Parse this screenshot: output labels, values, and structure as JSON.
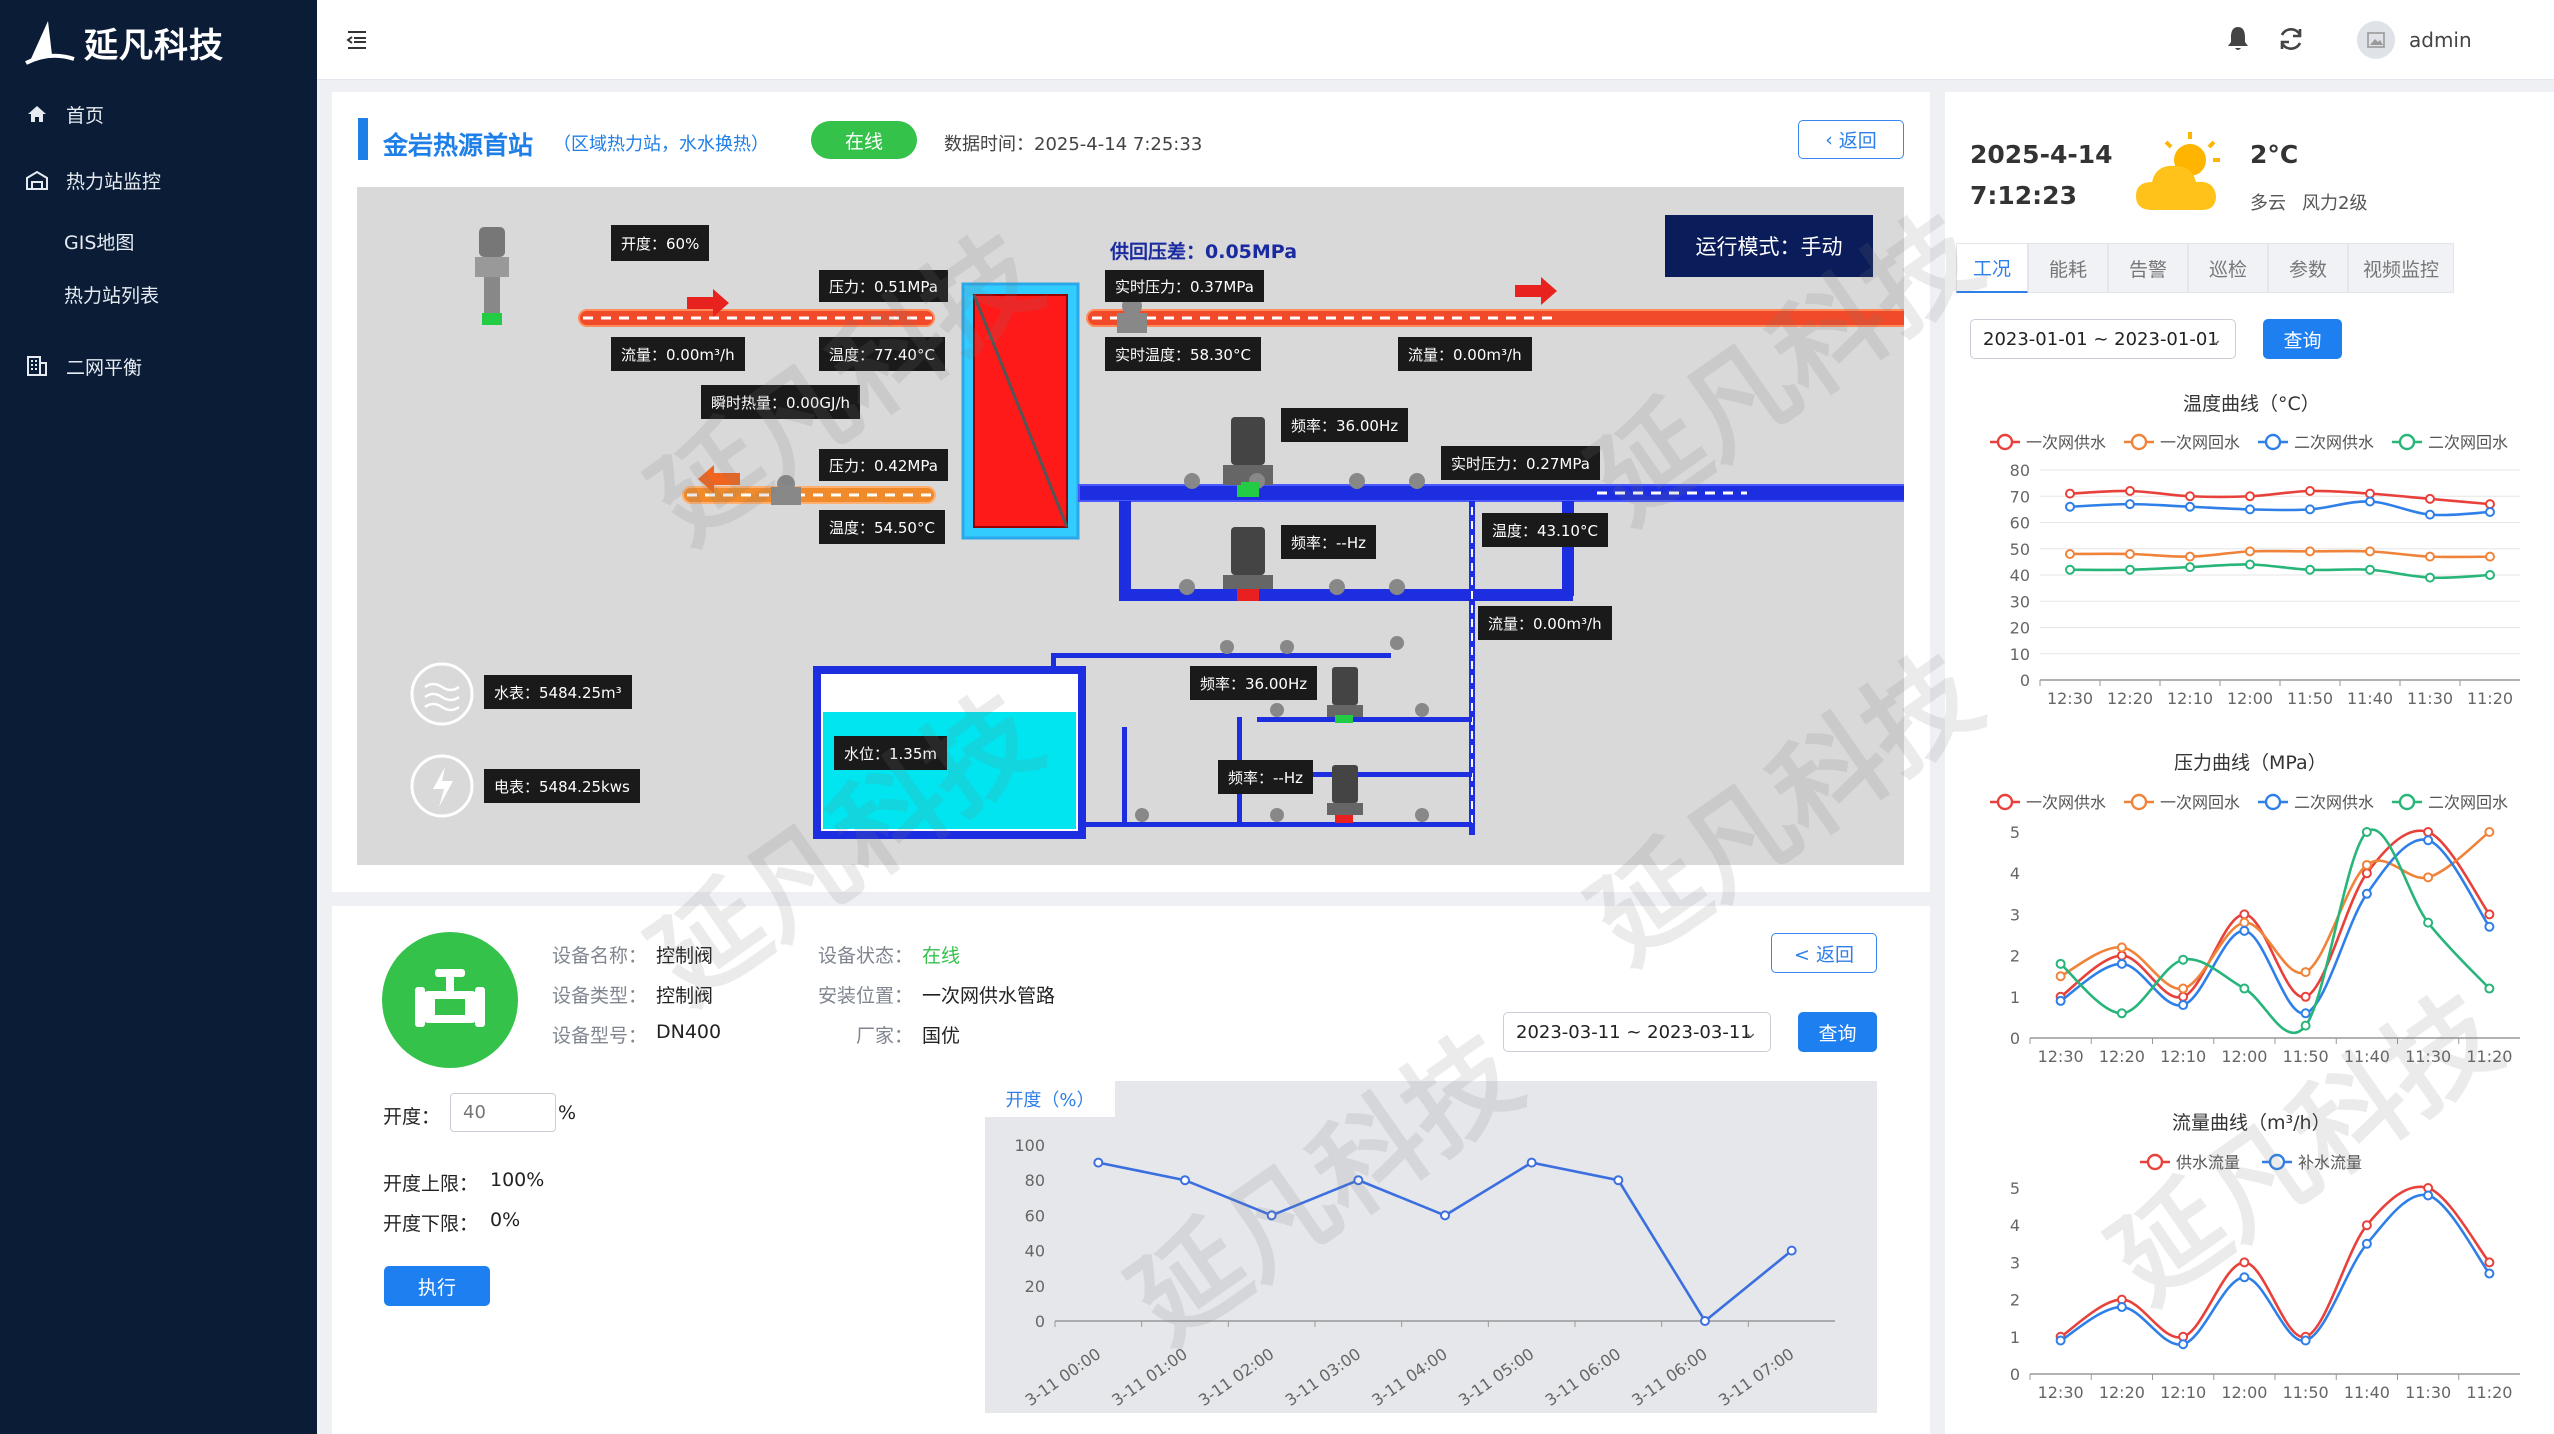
{
  "app": {
    "logo_text": "延凡科技",
    "user": "admin"
  },
  "sidebar": {
    "home": "首页",
    "monitor": "热力站监控",
    "gis": "GIS地图",
    "station_list": "热力站列表",
    "balance": "二网平衡"
  },
  "header": {
    "title": "金岩热源首站",
    "subtitle": "（区域热力站，水水换热）",
    "status": "在线",
    "data_time": "数据时间：2025-4-14 7:25:33",
    "back": "返回"
  },
  "diagram": {
    "mode": "运行模式：手动",
    "supply_return_diff": "供回压差：0.05MPa",
    "tags": {
      "opening": "开度：60%",
      "pressure1": "压力：0.51MPa",
      "flow1": "流量：0.00m³/h",
      "temp1": "温度：77.40°C",
      "heat": "瞬时热量：0.00GJ/h",
      "rt_pressure1": "实时压力：0.37MPa",
      "rt_temp1": "实时温度：58.30°C",
      "flow2": "流量：0.00m³/h",
      "pressure2": "压力：0.42MPa",
      "temp2": "温度：54.50°C",
      "freq1": "频率：36.00Hz",
      "rt_pressure2": "实时压力：0.27MPa",
      "freq2": "频率：--Hz",
      "temp3": "温度：43.10°C",
      "flow3": "流量：0.00m³/h",
      "water_meter": "水表：5484.25m³",
      "level": "水位：1.35m",
      "freq3": "频率：36.00Hz",
      "power_meter": "电表：5484.25kws",
      "freq4": "频率：--Hz"
    }
  },
  "device": {
    "name_label": "设备名称：",
    "name": "控制阀",
    "type_label": "设备类型：",
    "type": "控制阀",
    "model_label": "设备型号：",
    "model": "DN400",
    "status_label": "设备状态：",
    "status": "在线",
    "location_label": "安装位置：",
    "location": "一次网供水管路",
    "vendor_label": "厂家：",
    "vendor": "国优",
    "opening_label": "开度：",
    "opening_placeholder": "40",
    "opening_unit": "%",
    "upper_label": "开度上限：",
    "upper": "100%",
    "lower_label": "开度下限：",
    "lower": "0%",
    "execute": "执行",
    "back": "< 返回",
    "date_range": "2023-03-11 ~ 2023-03-11",
    "query": "查询"
  },
  "right": {
    "date": "2025-4-14",
    "time": "7:12:23",
    "temp": "2°C",
    "weather": "多云",
    "wind": "风力2级",
    "tabs": [
      "工况",
      "能耗",
      "告警",
      "巡检",
      "参数",
      "视频监控"
    ],
    "date_range": "2023-01-01 ~ 2023-01-01",
    "query": "查询"
  },
  "chart_data": [
    {
      "type": "line",
      "title": "开度（%）",
      "x": [
        "3-11 00:00",
        "3-11 01:00",
        "3-11 02:00",
        "3-11 03:00",
        "3-11 04:00",
        "3-11 05:00",
        "3-11 06:00",
        "3-11 06:00",
        "3-11 07:00"
      ],
      "series": [
        {
          "values": [
            90,
            80,
            60,
            80,
            60,
            90,
            80,
            0,
            40
          ]
        }
      ],
      "ylim": [
        0,
        100
      ],
      "yticks": [
        0,
        20,
        40,
        60,
        80,
        100
      ]
    },
    {
      "type": "line",
      "title": "温度曲线（°C）",
      "x": [
        "12:30",
        "12:20",
        "12:10",
        "12:00",
        "11:50",
        "11:40",
        "11:30",
        "11:20"
      ],
      "ylim": [
        0,
        80
      ],
      "yticks": [
        0,
        10,
        20,
        30,
        40,
        50,
        60,
        70,
        80
      ],
      "series": [
        {
          "name": "一次网供水",
          "color": "#e8403a",
          "values": [
            71,
            72,
            70,
            70,
            72,
            71,
            69,
            67
          ]
        },
        {
          "name": "一次网回水",
          "color": "#f0833a",
          "values": [
            48,
            48,
            47,
            49,
            49,
            49,
            47,
            47
          ]
        },
        {
          "name": "二次网供水",
          "color": "#2f7fe8",
          "values": [
            66,
            67,
            66,
            65,
            65,
            68,
            63,
            64
          ]
        },
        {
          "name": "二次网回水",
          "color": "#27b57a",
          "values": [
            42,
            42,
            43,
            44,
            42,
            42,
            39,
            40
          ]
        }
      ]
    },
    {
      "type": "line",
      "title": "压力曲线（MPa）",
      "x": [
        "12:30",
        "12:20",
        "12:10",
        "12:00",
        "11:50",
        "11:40",
        "11:30",
        "11:20"
      ],
      "ylim": [
        0,
        5
      ],
      "yticks": [
        0,
        1,
        2,
        3,
        4,
        5
      ],
      "series": [
        {
          "name": "一次网供水",
          "color": "#e8403a",
          "values": [
            1.0,
            2.0,
            1.0,
            3.0,
            1.0,
            4.0,
            5.0,
            3.0
          ]
        },
        {
          "name": "一次网回水",
          "color": "#f0833a",
          "values": [
            1.5,
            2.2,
            1.2,
            2.8,
            1.6,
            4.2,
            3.9,
            5.0
          ]
        },
        {
          "name": "二次网供水",
          "color": "#2f7fe8",
          "values": [
            0.9,
            1.8,
            0.8,
            2.6,
            0.6,
            3.5,
            4.8,
            2.7
          ]
        },
        {
          "name": "二次网回水",
          "color": "#27b57a",
          "values": [
            1.8,
            0.6,
            1.9,
            1.2,
            0.3,
            5.0,
            2.8,
            1.2
          ]
        }
      ]
    },
    {
      "type": "line",
      "title": "流量曲线（m³/h）",
      "x": [
        "12:30",
        "12:20",
        "12:10",
        "12:00",
        "11:50",
        "11:40",
        "11:30",
        "11:20"
      ],
      "ylim": [
        0,
        5
      ],
      "yticks": [
        0,
        1,
        2,
        3,
        4,
        5
      ],
      "series": [
        {
          "name": "供水流量",
          "color": "#e8403a",
          "values": [
            1.0,
            2.0,
            1.0,
            3.0,
            1.0,
            4.0,
            5.0,
            3.0
          ]
        },
        {
          "name": "补水流量",
          "color": "#2f7fe8",
          "values": [
            0.9,
            1.8,
            0.8,
            2.6,
            0.9,
            3.5,
            4.8,
            2.7
          ]
        }
      ]
    }
  ]
}
